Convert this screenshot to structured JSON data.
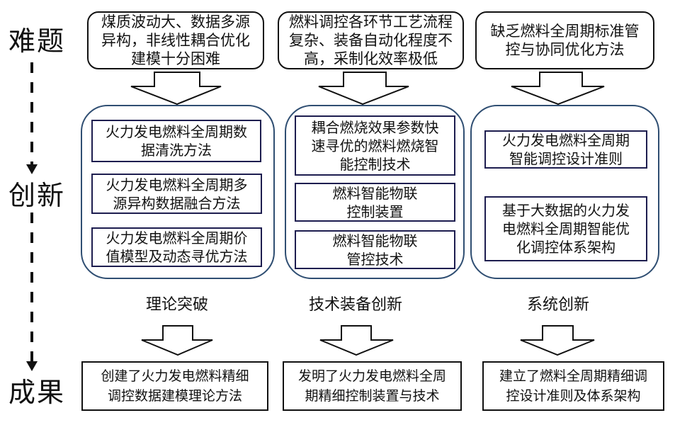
{
  "stages": {
    "problem": "难题",
    "innovation": "创新",
    "result": "成果"
  },
  "problems": [
    {
      "text": "煤质波动大、数据多源\n异构，非线性耦合优化\n建模十分困难"
    },
    {
      "text": "燃料调控各环节工艺流程\n复杂、装备自动化程度不\n高，采制化效率极低"
    },
    {
      "text": "缺乏燃料全周期标准管\n控与协同优化方法"
    }
  ],
  "innovations": [
    {
      "category": "理论突破",
      "items": [
        "火力发电燃料全周期数\n据清洗方法",
        "火力发电燃料全周期多\n源异构数据融合方法",
        "火力发电燃料全周期价\n值模型及动态寻优方法"
      ]
    },
    {
      "category": "技术装备创新",
      "items": [
        "耦合燃烧效果参数快\n速寻优的燃料燃烧智\n能控制技术",
        "燃料智能物联\n控制装置",
        "燃料智能物联\n管控技术"
      ]
    },
    {
      "category": "系统创新",
      "items": [
        "火力发电燃料全周期\n智能调控设计准则",
        "基于大数据的火力发\n电燃料全周期智能优\n化调控体系架构"
      ]
    }
  ],
  "results": [
    {
      "text": "创建了火力发电燃料精细\n调控数据建模理论方法"
    },
    {
      "text": "发明了火力发电燃料全周\n期精细控制装置与技术"
    },
    {
      "text": "建立了燃料全周期精细调\n控设计准则及体系架构"
    }
  ],
  "colors": {
    "group_border": "#2f4e72",
    "inner_border": "#1d1d4f",
    "line": "#111111"
  }
}
